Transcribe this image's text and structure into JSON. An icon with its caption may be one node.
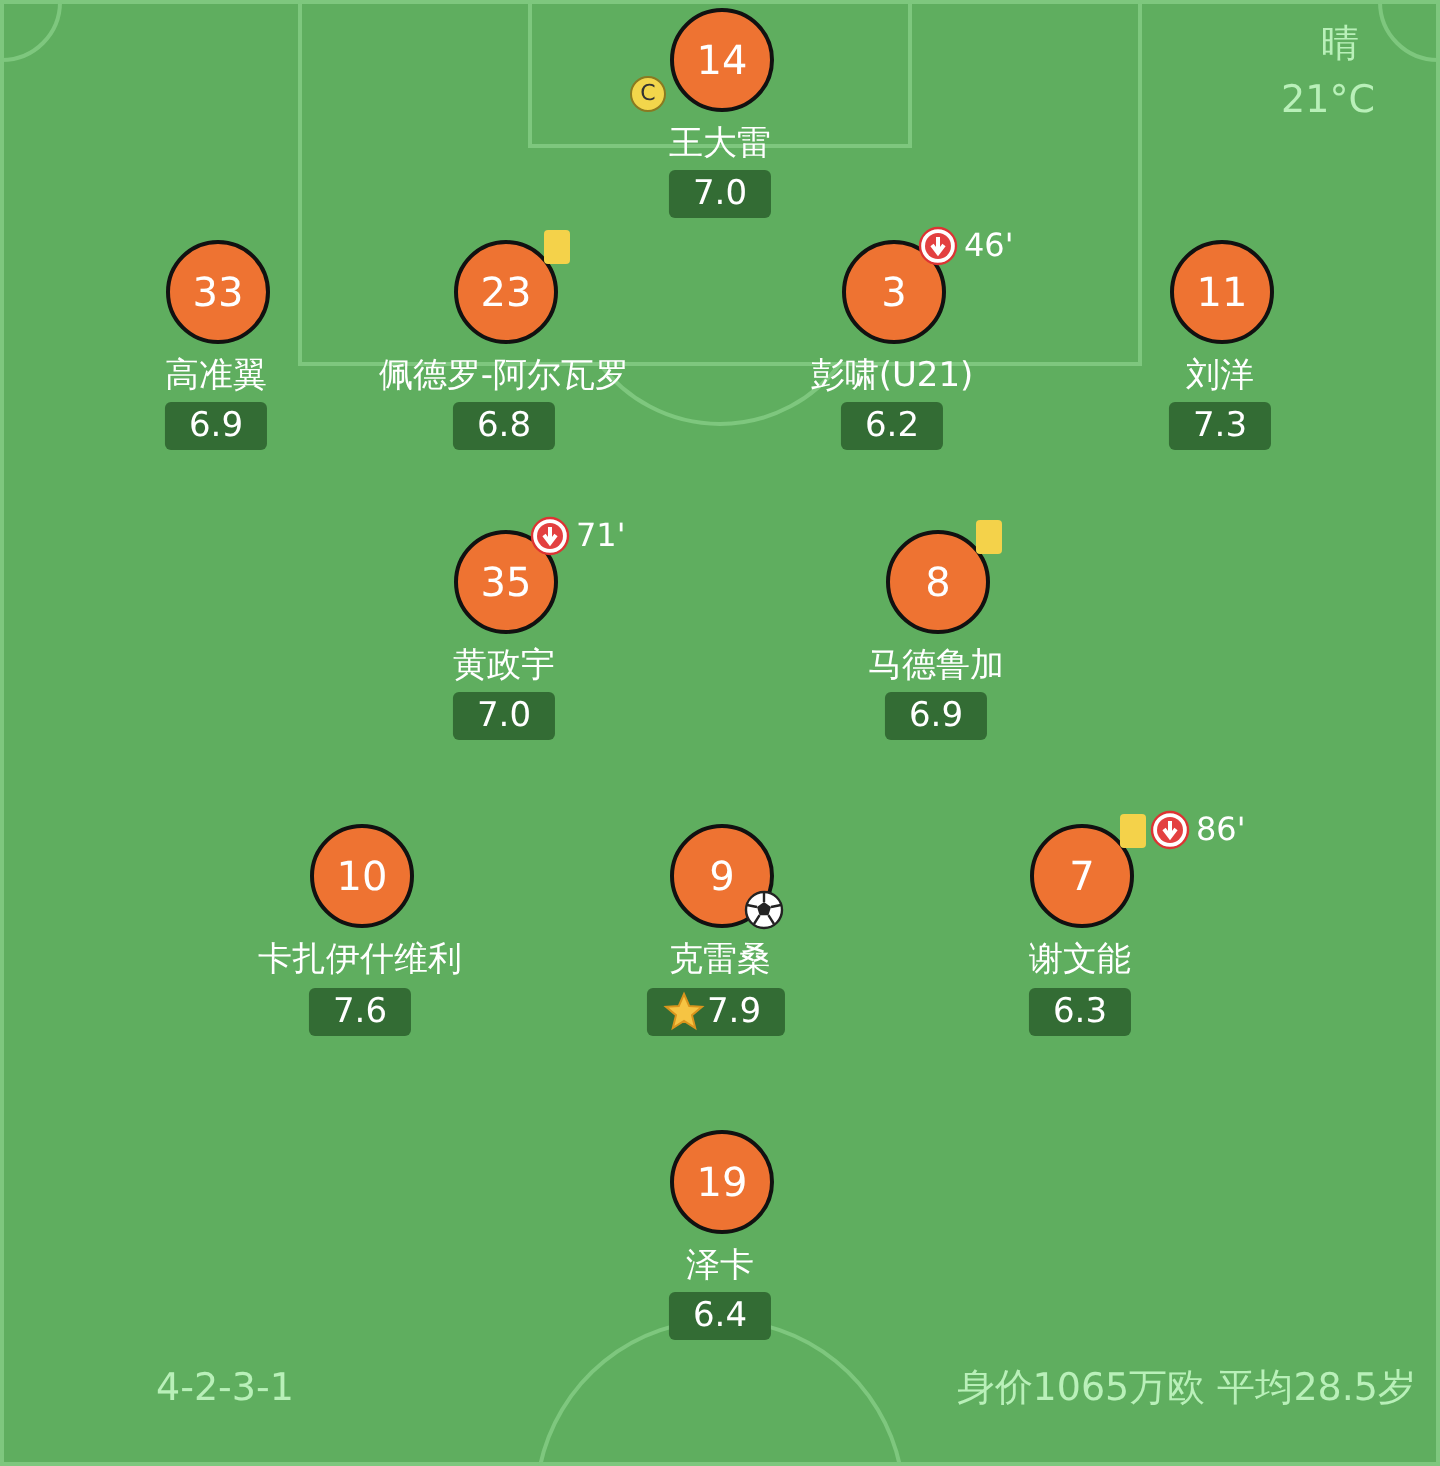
{
  "diagram": {
    "nodes": [
      {
        "text": [
          "14"
        ],
        "beside": [
          "王大雷",
          "7.0",
          "C"
        ]
      },
      {
        "text": [
          "33"
        ],
        "beside": [
          "高准翼",
          "6.9"
        ]
      },
      {
        "text": [
          "23"
        ],
        "beside": [
          "佩德罗-阿尔瓦罗",
          "6.8"
        ]
      },
      {
        "text": [
          "3"
        ],
        "beside": [
          "彭啸(U21)",
          "6.2",
          "46'"
        ]
      },
      {
        "text": [
          "11"
        ],
        "beside": [
          "刘洋",
          "7.3"
        ]
      },
      {
        "text": [
          "35"
        ],
        "beside": [
          "黄政宇",
          "7.0",
          "71'"
        ]
      },
      {
        "text": [
          "8"
        ],
        "beside": [
          "马德鲁加",
          "6.9"
        ]
      },
      {
        "text": [
          "10"
        ],
        "beside": [
          "卡扎伊什维利",
          "7.6"
        ]
      },
      {
        "text": [
          "9"
        ],
        "beside": [
          "克雷桑",
          "7.9"
        ]
      },
      {
        "text": [
          "7"
        ],
        "beside": [
          "谢文能",
          "6.3",
          "86'"
        ]
      },
      {
        "text": [
          "19"
        ],
        "beside": [
          "泽卡",
          "6.4"
        ]
      }
    ],
    "labels": [
      "晴",
      "21°C",
      "4-2-3-1",
      "身价1065万欧 平均28.5岁"
    ]
  }
}
